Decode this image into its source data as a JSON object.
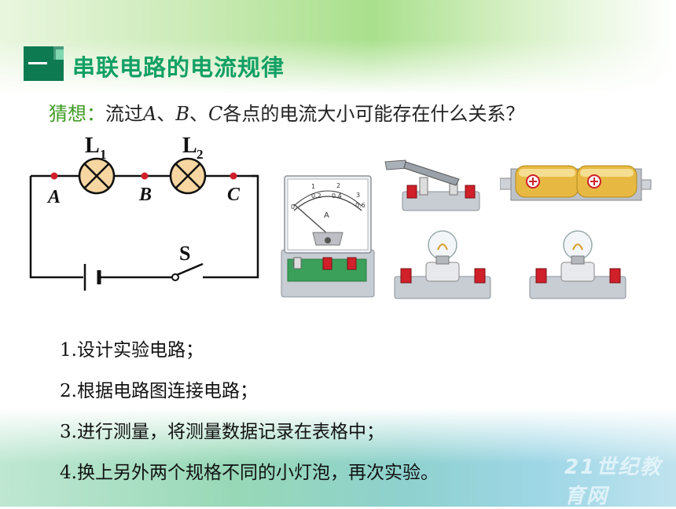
{
  "title": "串联电路的电流规律",
  "hypothesis": {
    "lead": "猜想：",
    "p1": "流过",
    "a": "A",
    "sep1": "、",
    "b": "B",
    "sep2": "、",
    "c": "C",
    "p2": "各点的电流大小可能存在什么关系？"
  },
  "circuit": {
    "l1": "L",
    "l1_sub": "1",
    "l2": "L",
    "l2_sub": "2",
    "point_a": "A",
    "point_b": "B",
    "point_c": "C",
    "switch": "S"
  },
  "ammeter": {
    "unit": "A",
    "scale_labels": [
      "0",
      "0.2",
      "0.4",
      "0.6"
    ],
    "upper_labels": [
      "1",
      "2",
      "3"
    ]
  },
  "steps": [
    "1.设计实验电路；",
    "2.根据电路图连接电路；",
    "3.进行测量，将测量数据记录在表格中；",
    "4.换上另外两个规格不同的小灯泡，再次实验。"
  ],
  "watermark": "21世纪教育网",
  "colors": {
    "title": "#12a065",
    "lead": "#3e9b22",
    "node": "#d0202a",
    "accent_dark": "#0d7a52"
  }
}
